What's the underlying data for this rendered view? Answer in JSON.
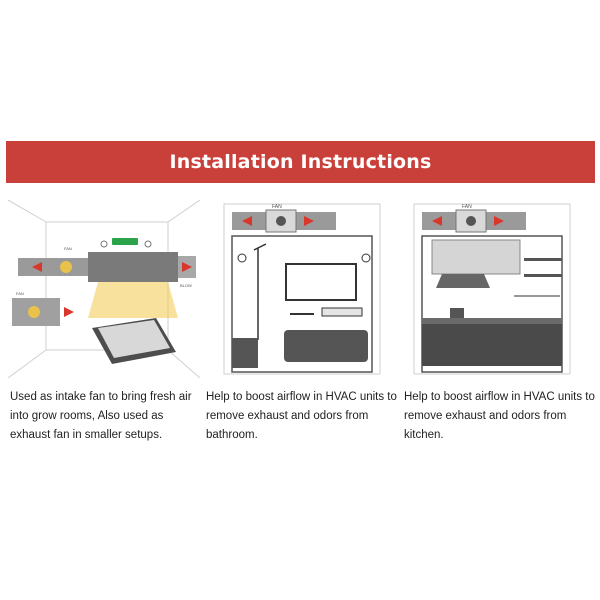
{
  "banner": {
    "title": "Installation Instructions"
  },
  "panels": [
    {
      "fan_label": "FAN",
      "fan_label_2": "FAN",
      "blow_label": "BLOW",
      "caption": "Used as intake fan to bring fresh air into grow rooms, Also used as exhaust fan in smaller setups."
    },
    {
      "fan_label": "FAN",
      "caption": "Help to boost airflow in HVAC units to remove exhaust and odors from bathroom."
    },
    {
      "fan_label": "FAN",
      "caption": "Help to boost airflow in HVAC units to remove exhaust and odors from kitchen."
    }
  ],
  "colors": {
    "banner": "#c9403b",
    "duct": "#8a8a8a",
    "fan_blade": "#e8c24a",
    "arrow": "#d9362c",
    "light": "#f3c84b",
    "pipe": "#2aa34a",
    "cabinet": "#4a4a4a"
  }
}
